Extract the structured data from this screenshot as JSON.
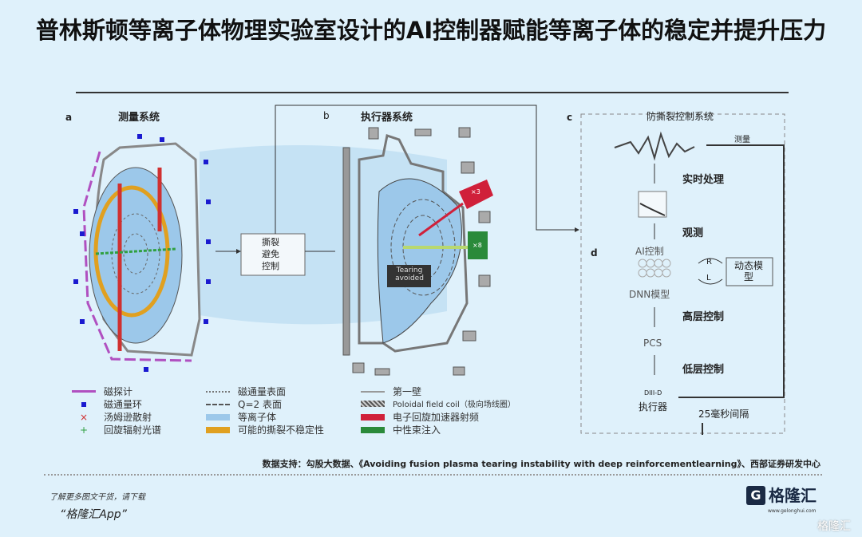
{
  "title": "普林斯顿等离子体物理实验室设计的AI控制器赋能等离子体的稳定并提升压力",
  "panels": {
    "a": {
      "letter": "a",
      "title": "测量系统"
    },
    "b": {
      "letter": "b",
      "title": "执行器系统",
      "control_box": "撕裂避免控制",
      "tearing_label": "Tearing avoided",
      "ech_label": "×3",
      "nbi_label": "×8"
    },
    "c": {
      "letter": "c",
      "title": "防撕裂控制系统",
      "measure": "测量",
      "realtime": "实时处理",
      "observe": "观测",
      "ai_control": "AI控制",
      "dnn": "DNN模型",
      "rl_r": "R",
      "rl_l": "L",
      "dynamic_model": "动态模型",
      "high_control": "高层控制",
      "pcs": "PCS",
      "low_control": "低层控制",
      "diiid": "DIII-D",
      "actuator": "执行器",
      "interval": "25毫秒间隔"
    },
    "d": {
      "letter": "d"
    }
  },
  "legend": [
    {
      "label": "磁探计",
      "color": "#b050c0",
      "shape": "line"
    },
    {
      "label": "磁通量环",
      "color": "#1a1ad0",
      "shape": "square"
    },
    {
      "label": "汤姆逊散射",
      "color": "#d03030",
      "shape": "cross"
    },
    {
      "label": "回旋辐射光谱",
      "color": "#30a040",
      "shape": "plus"
    },
    {
      "label": "磁通量表面",
      "color": "#777777",
      "shape": "dotted"
    },
    {
      "label": "Q=2 表面",
      "color": "#555555",
      "shape": "dashdot"
    },
    {
      "label": "等离子体",
      "color": "#9cc8ea",
      "shape": "bar"
    },
    {
      "label": "可能的撕裂不稳定性",
      "color": "#e0a020",
      "shape": "bar"
    },
    {
      "label": "第一壁",
      "color": "#999999",
      "shape": "line"
    },
    {
      "label": "Poloidal field coil（极向场线圈）",
      "color": "#888888",
      "shape": "hatch"
    },
    {
      "label": "电子回旋加速器射频",
      "color": "#d0203a",
      "shape": "bar"
    },
    {
      "label": "中性束注入",
      "color": "#2a8a3a",
      "shape": "bar"
    }
  ],
  "source": "数据支持：勾股大数据、《Avoiding fusion plasma tearing instability with deep reinforcementlearning》、西部证券研发中心",
  "footer": {
    "learn_more": "了解更多图文干货，请下载",
    "app": "“格隆汇App”",
    "logo": "格隆汇",
    "logo_url": "www.gelonghui.com",
    "watermark": "格隆汇"
  }
}
